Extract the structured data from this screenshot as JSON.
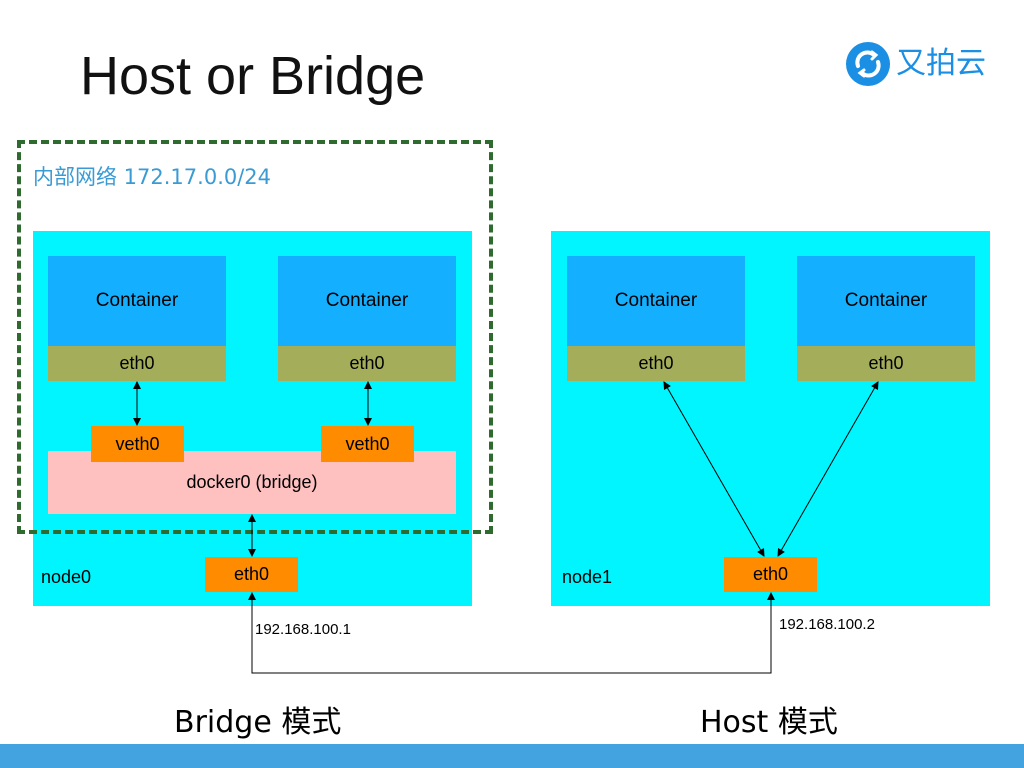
{
  "slide": {
    "title": "Host or Bridge",
    "logo_text": "又拍云",
    "internal_network_label": "内部网络 172.17.0.0/24",
    "footer_color": "#43a3e0"
  },
  "node0": {
    "label": "node0",
    "containers": [
      {
        "label": "Container",
        "eth": "eth0",
        "veth": "veth0"
      },
      {
        "label": "Container",
        "eth": "eth0",
        "veth": "veth0"
      }
    ],
    "bridge_label": "docker0 (bridge)",
    "host_eth": "eth0",
    "ip": "192.168.100.1",
    "mode_label": "Bridge 模式"
  },
  "node1": {
    "label": "node1",
    "containers": [
      {
        "label": "Container",
        "eth": "eth0"
      },
      {
        "label": "Container",
        "eth": "eth0"
      }
    ],
    "host_eth": "eth0",
    "ip": "192.168.100.2",
    "mode_label": "Host 模式"
  },
  "colors": {
    "node_bg": "#00f5ff",
    "container_bg": "#14b0ff",
    "eth_bg": "#a4ad5a",
    "bridge_bg": "#ffc0c0",
    "veth_bg": "#ff8c00",
    "dashed_border": "#2f6b2f",
    "network_label": "#3a9bd4",
    "logo": "#1a8fe3"
  }
}
